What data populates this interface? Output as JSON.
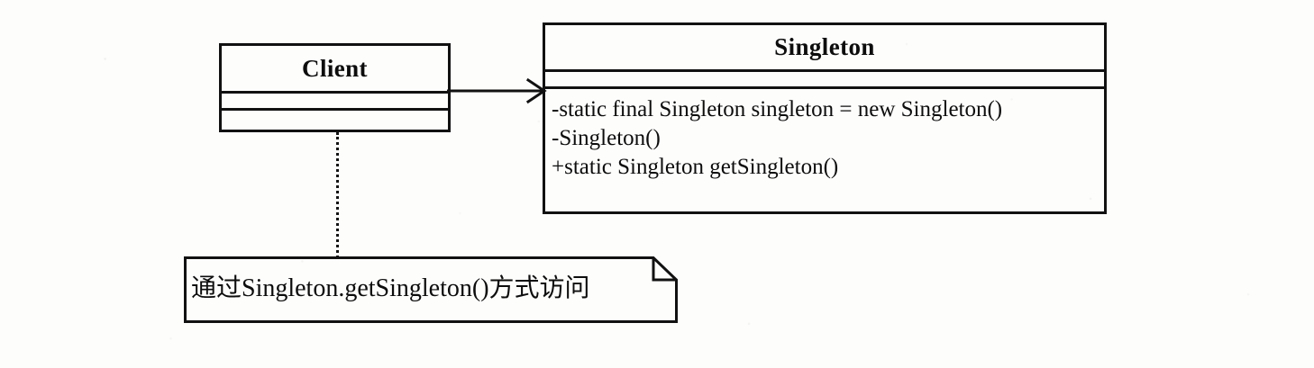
{
  "diagram": {
    "kind": "uml-class-diagram",
    "title": "Singleton pattern class diagram",
    "background_color": "#fdfdfc",
    "line_color": "#111111"
  },
  "client_class": {
    "name": "Client",
    "attributes": [],
    "operations": []
  },
  "singleton_class": {
    "name": "Singleton",
    "attributes": [],
    "operations": [
      "-static final Singleton singleton = new Singleton()",
      "-Singleton()",
      "+static Singleton getSingleton()"
    ]
  },
  "association": {
    "from": "Client",
    "to": "Singleton",
    "style": "solid-line-open-arrow",
    "label": ""
  },
  "note_link": {
    "from": "Client",
    "to": "note",
    "style": "dotted-line"
  },
  "note": {
    "text": "通过Singleton.getSingleton()方式访问"
  }
}
